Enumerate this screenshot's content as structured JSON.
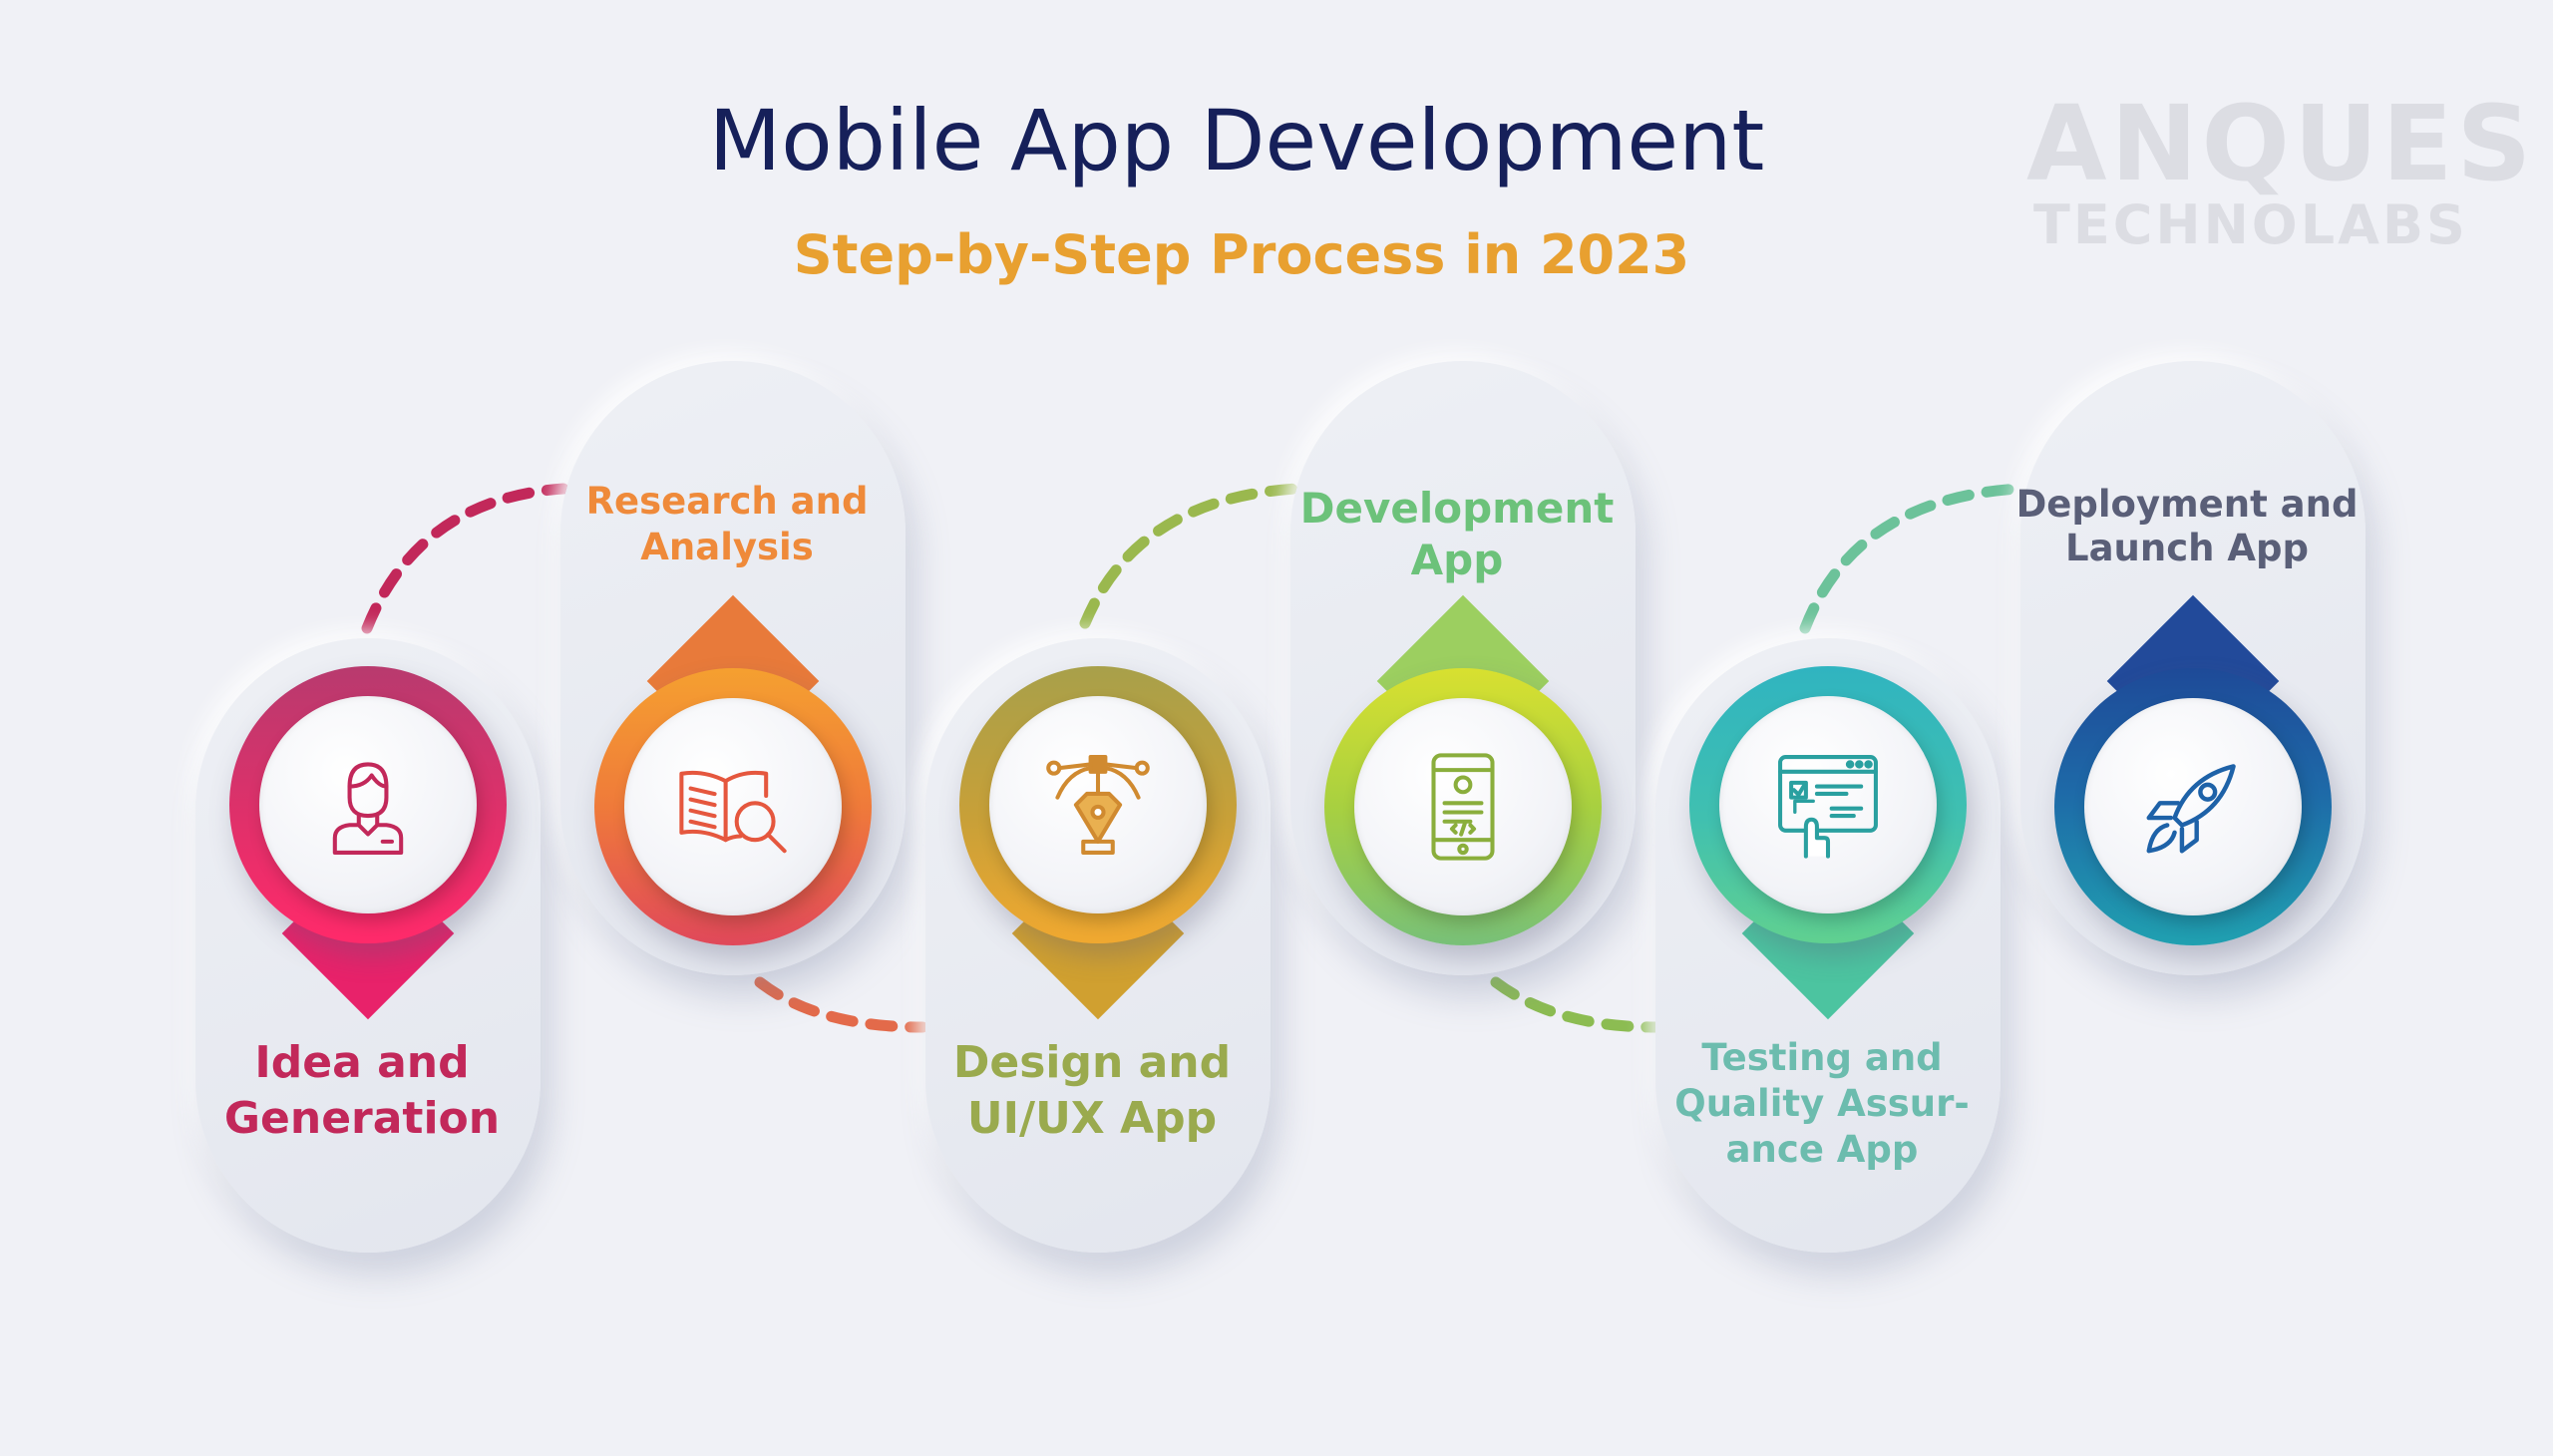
{
  "header": {
    "title": "Mobile App Development",
    "subtitle": "Step-by-Step Process in 2023",
    "subtitle_color": "#e8a030"
  },
  "logo": {
    "line1": "ANQUES",
    "line2": "TECHNOLABS"
  },
  "steps": [
    {
      "label": "Idea and Generation",
      "lines": [
        "Idea and",
        "Generation"
      ],
      "color": "#c2285a",
      "icon": "person-icon"
    },
    {
      "label": "Research and Analysis",
      "lines": [
        "Research and",
        "Analysis"
      ],
      "color": "#ef8a3a",
      "icon": "book-search-icon"
    },
    {
      "label": "Design and UI/UX App",
      "lines": [
        "Design and",
        "UI/UX App"
      ],
      "color": "#9aaa4e",
      "icon": "pen-tool-icon"
    },
    {
      "label": "Development App",
      "lines": [
        "Development",
        "App"
      ],
      "color": "#6cc27a",
      "icon": "mobile-code-icon"
    },
    {
      "label": "Testing and Quality Assurance App",
      "lines": [
        "Testing and",
        "Quality Assur-",
        "ance App"
      ],
      "color": "#6cbcae",
      "icon": "testing-checklist-icon"
    },
    {
      "label": "Deployment and Launch App",
      "lines": [
        "Deployment and",
        "Launch App"
      ],
      "color": "#5a5f78",
      "icon": "rocket-icon"
    }
  ]
}
